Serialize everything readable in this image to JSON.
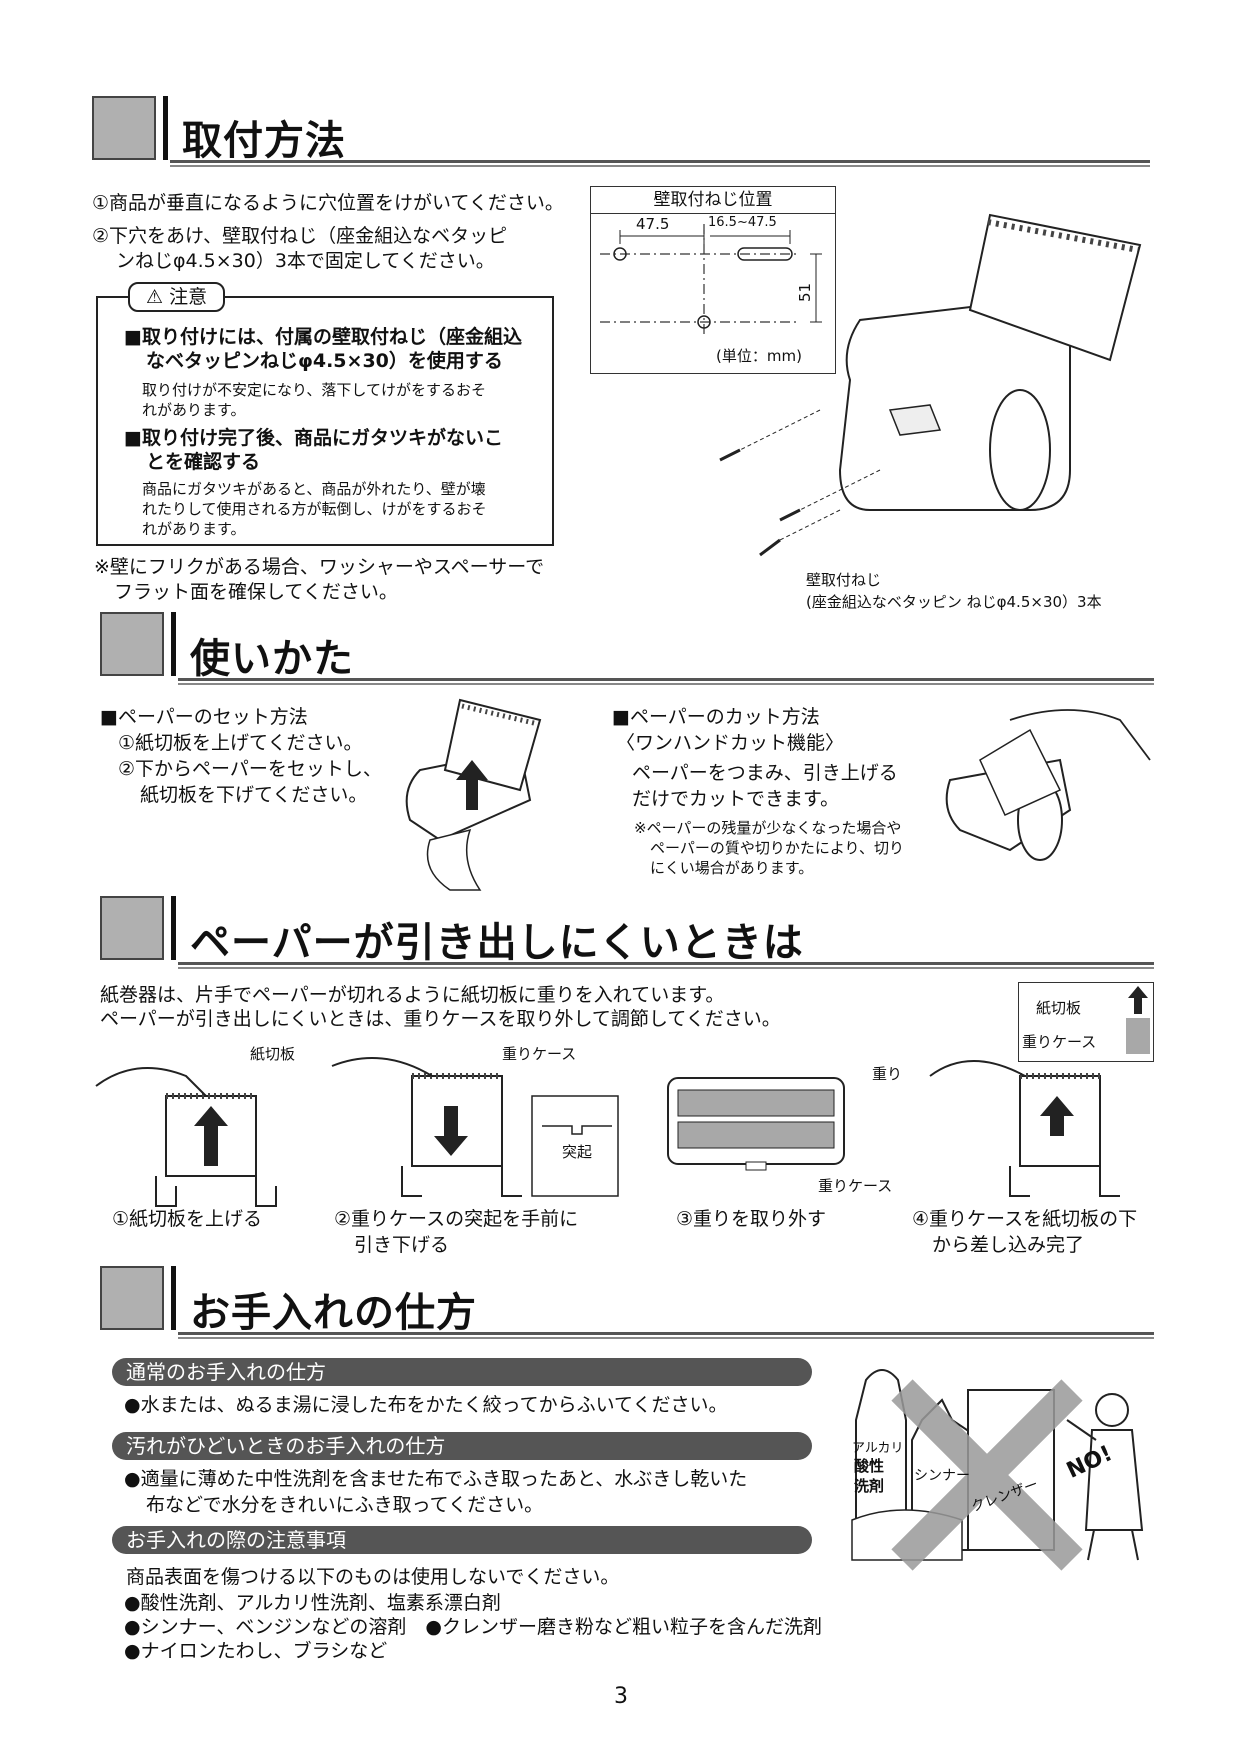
{
  "section1": {
    "title": "取付方法",
    "step1": "①商品が垂直になるように穴位置をけがいてください。",
    "step2_l1": "②下穴をあけ、壁取付ねじ（座金組込なベタッピ",
    "step2_l2": "ンねじφ4.5×30）3本で固定してください。",
    "caution_label": "注意",
    "caution1_head_l1": "■取り付けには、付属の壁取付ねじ（座金組込",
    "caution1_head_l2": "なベタッピンねじφ4.5×30）を使用する",
    "caution1_body_l1": "取り付けが不安定になり、落下してけがをするおそ",
    "caution1_body_l2": "れがあります。",
    "caution2_head_l1": "■取り付け完了後、商品にガタツキがないこ",
    "caution2_head_l2": "とを確認する",
    "caution2_body_l1": "商品にガタツキがあると、商品が外れたり、壁が壊",
    "caution2_body_l2": "れたりして使用される方が転倒し、けがをするおそ",
    "caution2_body_l3": "れがあります。",
    "note_l1": "※壁にフリクがある場合、ワッシャーやスペーサーで",
    "note_l2": "フラット面を確保してください。",
    "diagram_title": "壁取付ねじ位置",
    "dim_a": "47.5",
    "dim_b": "16.5~47.5",
    "dim_c": "51",
    "unit": "(単位：mm)",
    "screw_label_l1": "壁取付ねじ",
    "screw_label_l2": "(座金組込なベタッピン ねじφ4.5×30）3本"
  },
  "section2": {
    "title": "使いかた",
    "set_head": "■ペーパーのセット方法",
    "set_1": "①紙切板を上げてください。",
    "set_2a": "②下からペーパーをセットし、",
    "set_2b": "紙切板を下げてください。",
    "cut_head": "■ペーパーのカット方法",
    "cut_sub": "〈ワンハンドカット機能〉",
    "cut_1": "ペーパーをつまみ、引き上げる",
    "cut_2": "だけでカットできます。",
    "cut_note1": "※ペーパーの残量が少なくなった場合や",
    "cut_note2": "ペーパーの質や切りかたにより、切り",
    "cut_note3": "にくい場合があります。"
  },
  "section3": {
    "title": "ペーパーが引き出しにくいときは",
    "intro1": "紙巻器は、片手でペーパーが切れるように紙切板に重りを入れています。",
    "intro2": "ペーパーが引き出しにくいときは、重りケースを取り外して調節してください。",
    "lbl_kamikiri": "紙切板",
    "lbl_omori_case": "重りケース",
    "lbl_tokki": "突起",
    "lbl_omori": "重り",
    "lbl_omori_case2": "重りケース",
    "lbl_kamikiri2": "紙切板",
    "lbl_omori_case3": "重りケース",
    "cap1": "①紙切板を上げる",
    "cap2a": "②重りケースの突起を手前に",
    "cap2b": "引き下げる",
    "cap3": "③重りを取り外す",
    "cap4a": "④重りケースを紙切板の下",
    "cap4b": "から差し込み完了"
  },
  "section4": {
    "title": "お手入れの仕方",
    "pill1": "通常のお手入れの仕方",
    "pill1_text": "●水または、ぬるま湯に浸した布をかたく絞ってからふいてください。",
    "pill2": "汚れがひどいときのお手入れの仕方",
    "pill2_text1": "●適量に薄めた中性洗剤を含ませた布でふき取ったあと、水ぶきし乾いた",
    "pill2_text2": "布などで水分をきれいにふき取ってください。",
    "pill3": "お手入れの際の注意事項",
    "pill3_intro": "商品表面を傷つける以下のものは使用しないでください。",
    "pill3_b1": "●酸性洗剤、アルカリ性洗剤、塩素系漂白剤",
    "pill3_b2": "●シンナー、ベンジンなどの溶剤　●クレンザー磨き粉など粗い粒子を含んだ洗剤",
    "pill3_b3": "●ナイロンたわし、ブラシなど",
    "ill_alkali": "アルカリ",
    "ill_acid1": "酸性",
    "ill_acid2": "洗剤",
    "ill_thinner": "シンナー",
    "ill_cleanser": "クレンザー",
    "ill_no": "NO!"
  },
  "page_number": "3"
}
